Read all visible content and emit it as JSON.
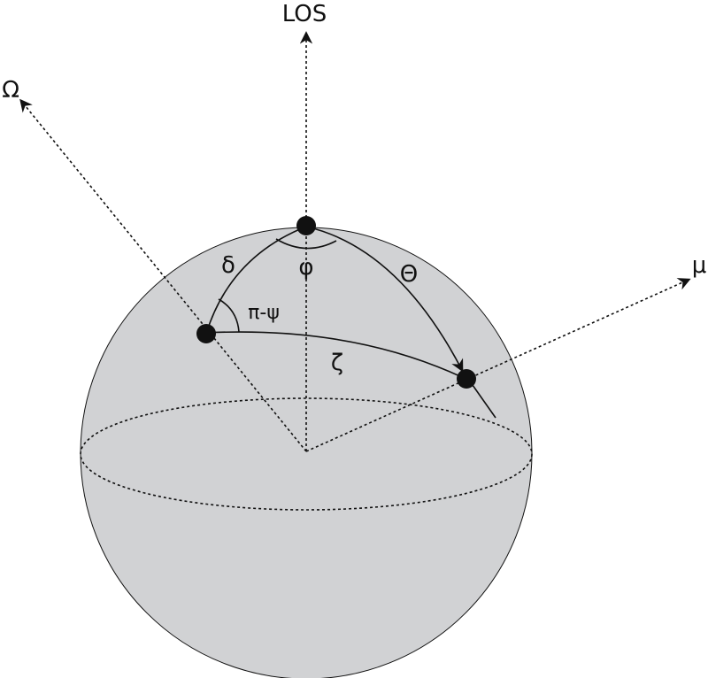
{
  "labels": {
    "los": "LOS",
    "omega": "Ω",
    "mu": "μ",
    "delta": "δ",
    "phi": "φ",
    "theta": "Θ",
    "pi_minus_psi": "π-ψ",
    "zeta": "ζ"
  },
  "colors": {
    "sphere_fill": "#d1d2d4",
    "stroke": "#111111"
  }
}
